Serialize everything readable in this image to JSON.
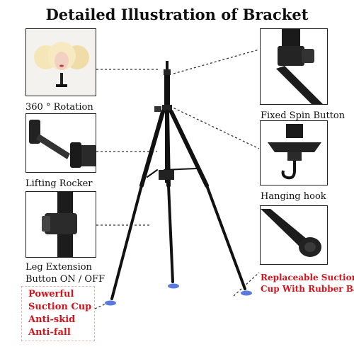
{
  "title": "Detailed  Illustration of Bracket",
  "labels": {
    "rotation": "360 ° Rotation",
    "fixed_spin": "Fixed Spin Button",
    "lifting_rocker": "Lifting Rocker",
    "hanging_hook": "Hanging hook",
    "leg_extension_line1": "Leg Extension",
    "leg_extension_line2": "Button ON / OFF",
    "suction_line1": "Replaceable Suction",
    "suction_line2": "Cup With Rubber Base"
  },
  "features": [
    "Powerful",
    "Suction Cup",
    "Anti-skid",
    "Anti-fall"
  ],
  "colors": {
    "accent_red": "#d8121a",
    "dark": "#111111",
    "suction_blue": "#5a7be0"
  }
}
